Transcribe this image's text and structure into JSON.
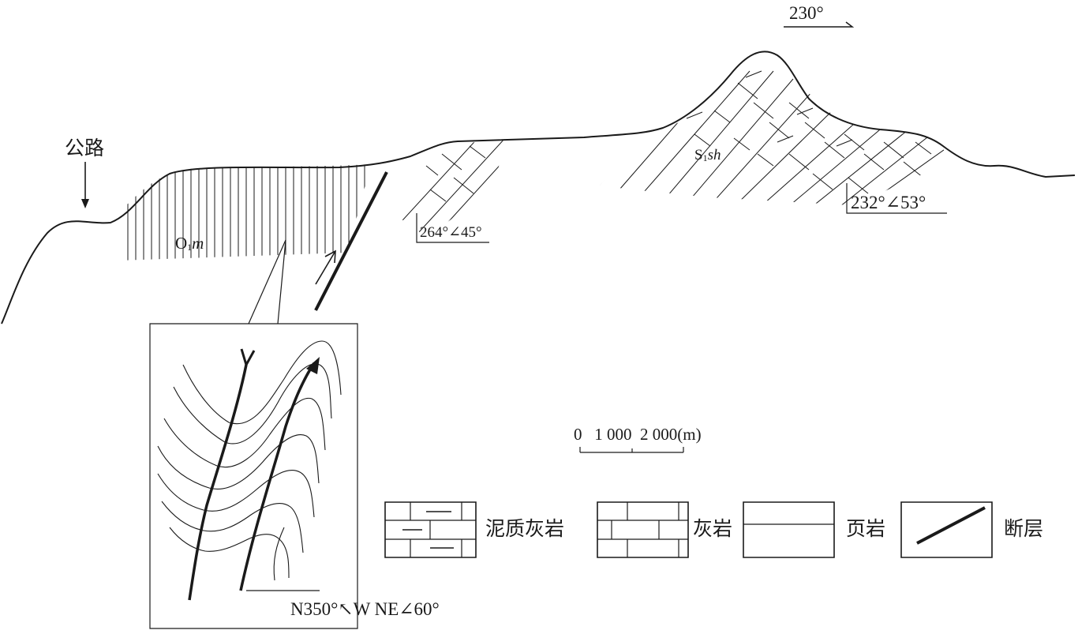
{
  "labels": {
    "road": "公路",
    "section_direction": "230°",
    "unit_o": {
      "base": "O",
      "sub": "1",
      "suffix": "m"
    },
    "unit_s": {
      "base": "S",
      "sub": "1",
      "suffix": "sh"
    },
    "attitude_left": "264°∠45°",
    "attitude_right": "232°∠53°",
    "inset_attitude": "N350°↖W  NE∠60°"
  },
  "scale": {
    "text": "0   1 000  2 000(m)"
  },
  "legend": [
    {
      "id": "marly-limestone",
      "label": "泥质灰岩"
    },
    {
      "id": "limestone",
      "label": "灰岩"
    },
    {
      "id": "shale",
      "label": "页岩"
    },
    {
      "id": "fault",
      "label": "断层"
    }
  ],
  "colors": {
    "ink": "#1a1a1a",
    "background": "#ffffff"
  }
}
